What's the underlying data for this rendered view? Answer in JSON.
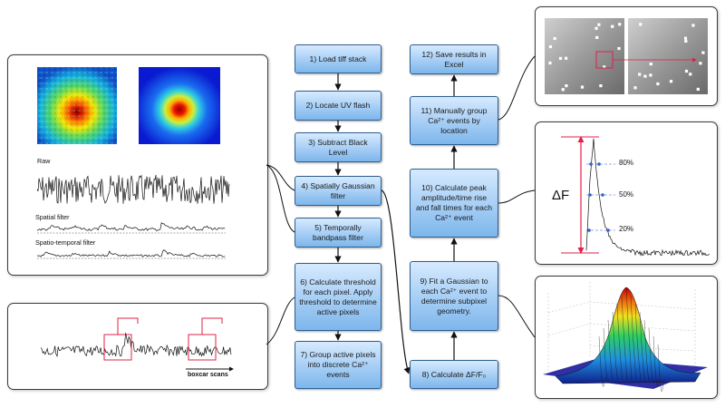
{
  "steps": [
    {
      "id": "1",
      "text": "1) Load tiff stack"
    },
    {
      "id": "2",
      "text": "2) Locate UV flash"
    },
    {
      "id": "3",
      "text": "3) Subtract Black Level"
    },
    {
      "id": "4",
      "text": "4) Spatially Gaussian filter"
    },
    {
      "id": "5",
      "text": "5) Temporally bandpass filter"
    },
    {
      "id": "6",
      "text": "6) Calculate threshold for each pixel. Apply threshold to determine active pixels"
    },
    {
      "id": "7",
      "text": "7) Group active pixels into discrete Ca²⁺ events"
    },
    {
      "id": "8",
      "text": "8) Calculate ΔF/F₀"
    },
    {
      "id": "9",
      "text": "9) Fit a Gaussian to each Ca²⁺ event to determine subpixel geometry."
    },
    {
      "id": "10",
      "text": "10) Calculate peak amplitude/time rise and fall times for each Ca²⁺ event"
    },
    {
      "id": "11",
      "text": "11) Manually group Ca²⁺ events by location"
    },
    {
      "id": "12",
      "text": "12) Save results in Excel"
    }
  ],
  "filter_panel": {
    "raw_label": "Raw",
    "spatial_label": "Spatial filter",
    "spatiotemporal_label": "Spatio-temporal filter"
  },
  "threshold_panel": {
    "caption": "boxcar scans"
  },
  "peak_panel": {
    "delta_label": "ΔF",
    "pct_80": "80%",
    "pct_50": "50%",
    "pct_20": "20%"
  },
  "colors": {
    "step_fill_top": "#d6eaff",
    "step_fill_bottom": "#7db6ec",
    "step_border": "#2f5f8f",
    "red": "#e0204a",
    "marker_blue": "#2a63c9"
  }
}
